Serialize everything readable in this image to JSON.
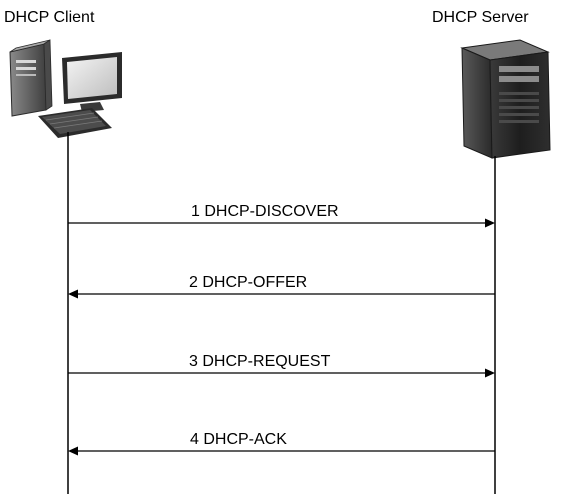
{
  "participants": {
    "client": {
      "label": "DHCP Client",
      "icon": "desktop-computer-icon"
    },
    "server": {
      "label": "DHCP Server",
      "icon": "tower-server-icon"
    }
  },
  "messages": [
    {
      "label": "1 DHCP-DISCOVER",
      "direction": "client-to-server"
    },
    {
      "label": "2 DHCP-OFFER",
      "direction": "server-to-client"
    },
    {
      "label": "3 DHCP-REQUEST",
      "direction": "client-to-server"
    },
    {
      "label": "4 DHCP-ACK",
      "direction": "server-to-client"
    }
  ],
  "colors": {
    "line": "#000000",
    "icon_dark": "#2b2b2b",
    "icon_mid": "#6e6e6e",
    "icon_light": "#cfcfcf"
  }
}
